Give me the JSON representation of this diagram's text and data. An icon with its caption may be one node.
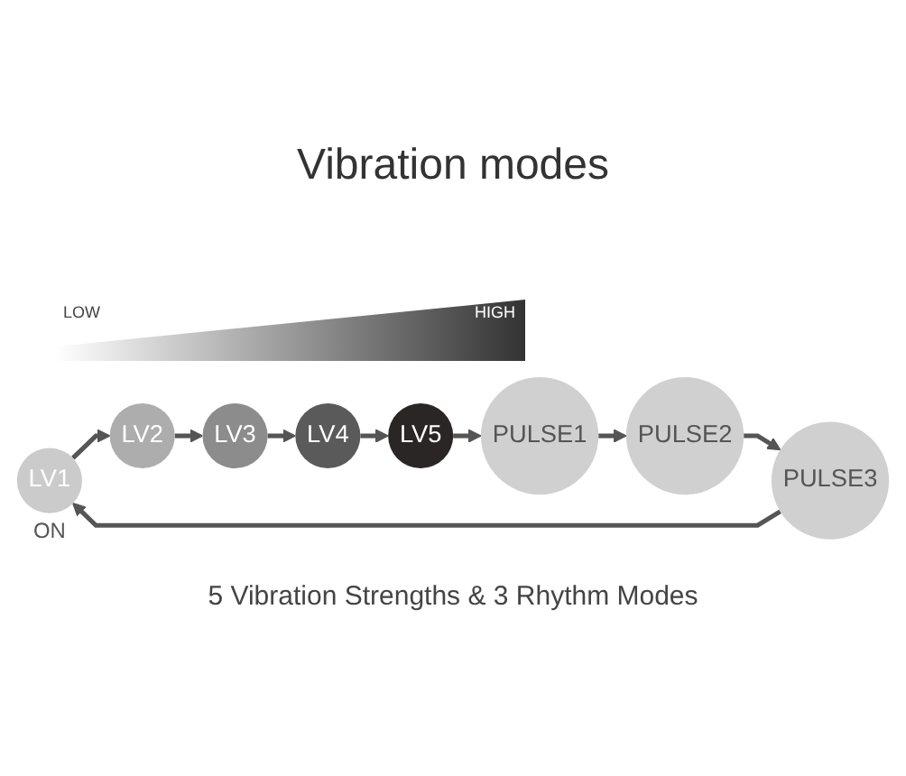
{
  "diagram": {
    "title": "Vibration modes",
    "caption": "5 Vibration Strengths & 3 Rhythm Modes",
    "nodes": [
      {
        "text": [
          "LV1"
        ],
        "beside": [
          "ON"
        ]
      },
      {
        "text": [
          "LV2"
        ]
      },
      {
        "text": [
          "LV3"
        ]
      },
      {
        "text": [
          "LV4"
        ]
      },
      {
        "text": [
          "LV5"
        ]
      },
      {
        "text": [
          "PULSE1"
        ]
      },
      {
        "text": [
          "PULSE2"
        ]
      },
      {
        "text": [
          "PULSE3"
        ]
      }
    ],
    "edges": [
      {
        "from": 0,
        "to": 1,
        "arrow": "to"
      },
      {
        "from": 1,
        "to": 2,
        "arrow": "to"
      },
      {
        "from": 2,
        "to": 3,
        "arrow": "to"
      },
      {
        "from": 3,
        "to": 4,
        "arrow": "to"
      },
      {
        "from": 4,
        "to": 5,
        "arrow": "to"
      },
      {
        "from": 5,
        "to": 6,
        "arrow": "to"
      },
      {
        "from": 6,
        "to": 7,
        "arrow": "to"
      },
      {
        "from": 7,
        "to": 0,
        "arrow": "to"
      }
    ],
    "labels": [
      "LOW",
      "HIGH"
    ]
  }
}
